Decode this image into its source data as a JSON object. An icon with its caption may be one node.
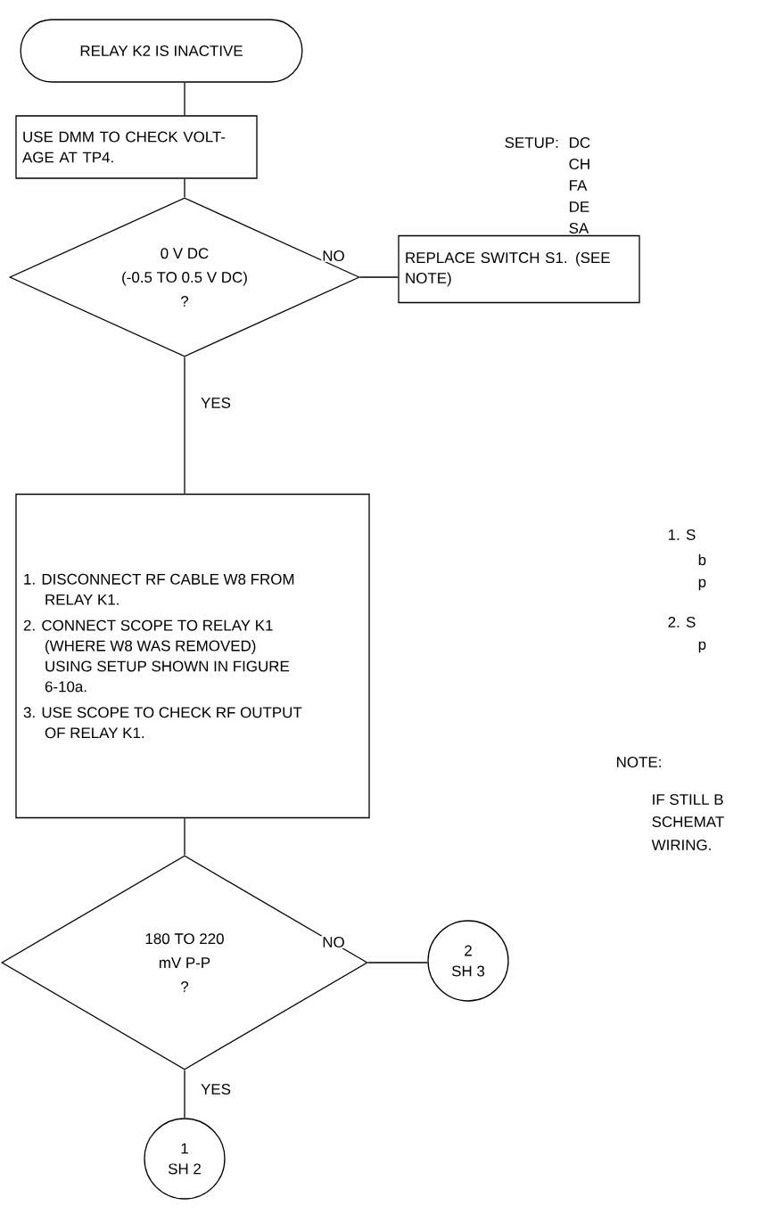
{
  "diagram": {
    "nodes": [
      {
        "text": [
          "RELAY K2 IS INACTIVE"
        ]
      },
      {
        "text": [
          "USE DMM TO CHECK VOLT- AGE AT TP4."
        ]
      },
      {
        "text": [
          "0 V DC",
          "(-0.5 TO 0.5 V DC)",
          "?"
        ]
      },
      {
        "text": [
          "REPLACE SWITCH S1. (SEE NOTE)"
        ]
      },
      {
        "text": [
          "1. DISCONNECT RF CABLE W8 FROM RELAY K1.",
          "2. CONNECT SCOPE TO RELAY K1 (WHERE W8 WAS REMOVED) USING SETUP SHOWN IN FIGURE 6-10a.",
          "3. USE SCOPE TO CHECK RF OUTPUT OF RELAY K1."
        ]
      },
      {
        "text": [
          "180 TO 220",
          "mV P-P",
          "?"
        ]
      },
      {
        "text": [
          "2",
          "SH 3"
        ]
      },
      {
        "text": [
          "1",
          "SH 2"
        ]
      }
    ],
    "edges": [
      {
        "from": 0,
        "to": 1,
        "arrow": "none"
      },
      {
        "from": 1,
        "to": 2,
        "arrow": "none"
      },
      {
        "from": 2,
        "to": 3,
        "arrow": "none",
        "label": "NO"
      },
      {
        "from": 2,
        "to": 4,
        "arrow": "none",
        "label": "YES"
      },
      {
        "from": 4,
        "to": 5,
        "arrow": "none"
      },
      {
        "from": 5,
        "to": 6,
        "arrow": "none",
        "label": "NO"
      },
      {
        "from": 5,
        "to": 7,
        "arrow": "none",
        "label": "YES"
      }
    ],
    "labels": [
      "SETUP:",
      "DC",
      "CH",
      "FA",
      "DE",
      "SA",
      "1. S",
      "b",
      "p",
      "2. S",
      "p",
      "NOTE:",
      "IF STILL B",
      "SCHEMAT",
      "WIRING."
    ]
  }
}
